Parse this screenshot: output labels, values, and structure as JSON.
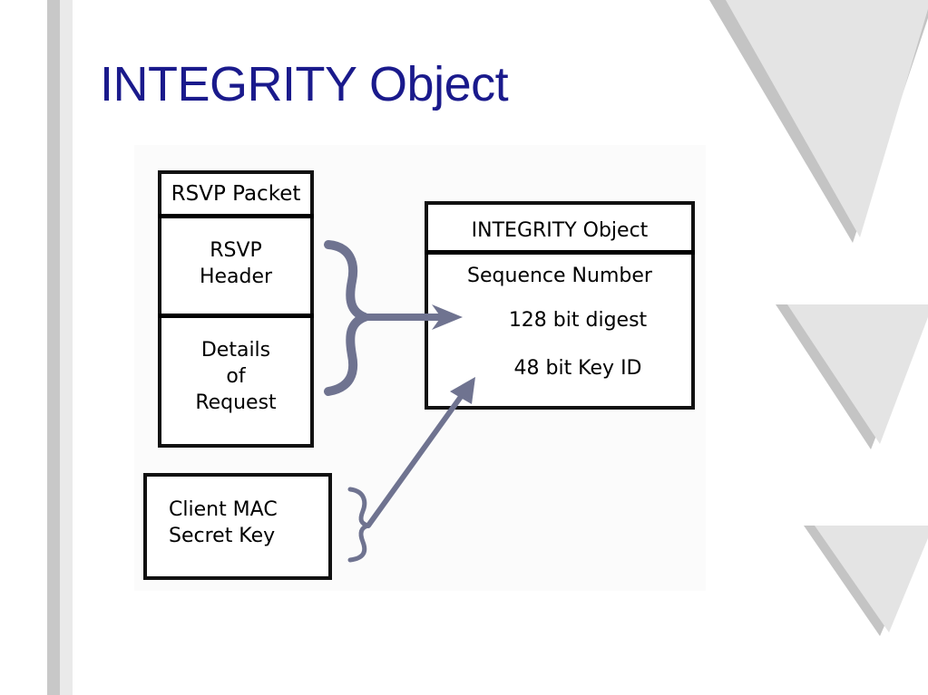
{
  "slide": {
    "title": "INTEGRITY Object"
  },
  "packet": {
    "header": "RSVP Packet",
    "rsvp_header": "RSVP\nHeader",
    "details": "Details\nof\nRequest"
  },
  "integrity_object": {
    "header": "INTEGRITY Object",
    "fields": [
      "Sequence Number",
      "128 bit digest",
      "48 bit Key ID"
    ]
  },
  "key_box": {
    "label": "Client MAC\nSecret Key"
  },
  "colors": {
    "title": "#1a1a8c",
    "arrow": "#6f7390",
    "deco_light": "#e2e2e2",
    "deco_shadow": "#c4c4c4",
    "border": "#111111"
  }
}
